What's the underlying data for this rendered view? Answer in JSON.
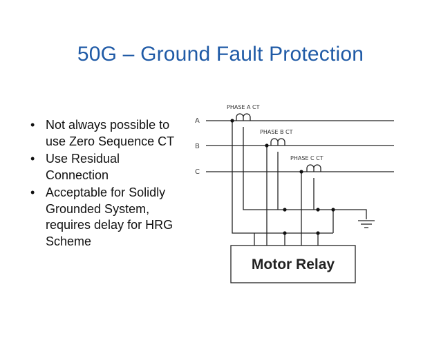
{
  "slide": {
    "title": "50G – Ground Fault Protection",
    "bullets": [
      [
        "Not always possible to",
        "use Zero Sequence CT"
      ],
      [
        "Use Residual",
        "Connection"
      ],
      [
        "Acceptable for Solidly",
        "Grounded System,",
        "requires delay for HRG",
        "Scheme"
      ]
    ],
    "bullet_glyph": "•"
  },
  "diagram": {
    "phase_labels": [
      "A",
      "B",
      "C"
    ],
    "ct_labels": [
      "PHASE  A  CT",
      "PHASE  B  CT",
      "PHASE  C  CT"
    ],
    "relay_label": "Motor Relay",
    "ground_symbol": "ground-icon"
  },
  "colors": {
    "title": "#1f5aa6",
    "text": "#111111",
    "lines": "#222222"
  }
}
